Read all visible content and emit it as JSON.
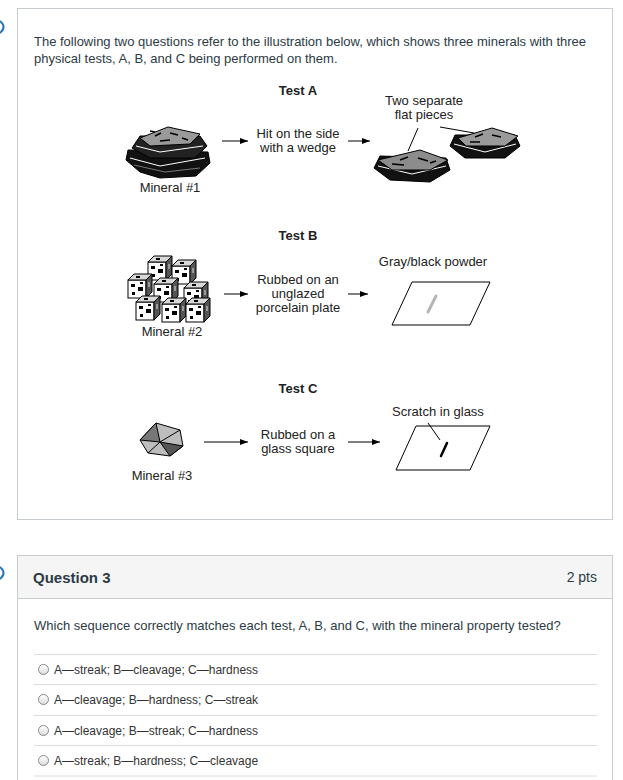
{
  "diagram": {
    "nodes": [
      {
        "text": [
          "The following two questions refer to the illustration below, which shows three minerals with three physical tests, A, B, and C being performed on them."
        ]
      },
      {
        "text": [
          "Mineral #1"
        ],
        "in": 0
      },
      {
        "text": [
          "Hit on the side with a wedge"
        ],
        "in": 0
      },
      {
        "text": [
          "Two separate flat pieces"
        ],
        "in": 0
      },
      {
        "text": [
          "Mineral #2"
        ],
        "in": 0
      },
      {
        "text": [
          "Rubbed on an unglazed porcelain plate"
        ],
        "in": 0
      },
      {
        "text": [
          "Gray/black powder"
        ],
        "in": 0
      },
      {
        "text": [
          "Mineral #3"
        ],
        "in": 0
      },
      {
        "text": [
          "Rubbed on a glass square"
        ],
        "in": 0
      },
      {
        "text": [
          "Scratch in glass"
        ],
        "in": 0
      },
      {
        "text": [
          "Which sequence correctly matches each test, A, B, and C, with the mineral property tested?"
        ]
      },
      {
        "text": [
          "Question 3",
          "2 pts"
        ],
        "in": 10
      },
      {
        "text": [
          "A—streak; B—cleavage; C—hardness"
        ],
        "in": 10
      },
      {
        "text": [
          "A—cleavage; B—hardness; C—streak"
        ],
        "in": 10
      },
      {
        "text": [
          "A—cleavage; B—streak; C—hardness"
        ],
        "in": 10
      },
      {
        "text": [
          "A—streak; B—hardness; C—cleavage"
        ],
        "in": 10
      }
    ],
    "edges": [
      {
        "from": 1,
        "to": 2,
        "arrow": "to"
      },
      {
        "from": 2,
        "to": 3,
        "arrow": "to"
      },
      {
        "from": 4,
        "to": 5,
        "arrow": "to"
      },
      {
        "from": 5,
        "to": 6,
        "arrow": "to"
      },
      {
        "from": 7,
        "to": 8,
        "arrow": "to"
      },
      {
        "from": 8,
        "to": 9,
        "arrow": "to"
      }
    ],
    "labels": [
      "Test A",
      "Test B",
      "Test C"
    ]
  }
}
